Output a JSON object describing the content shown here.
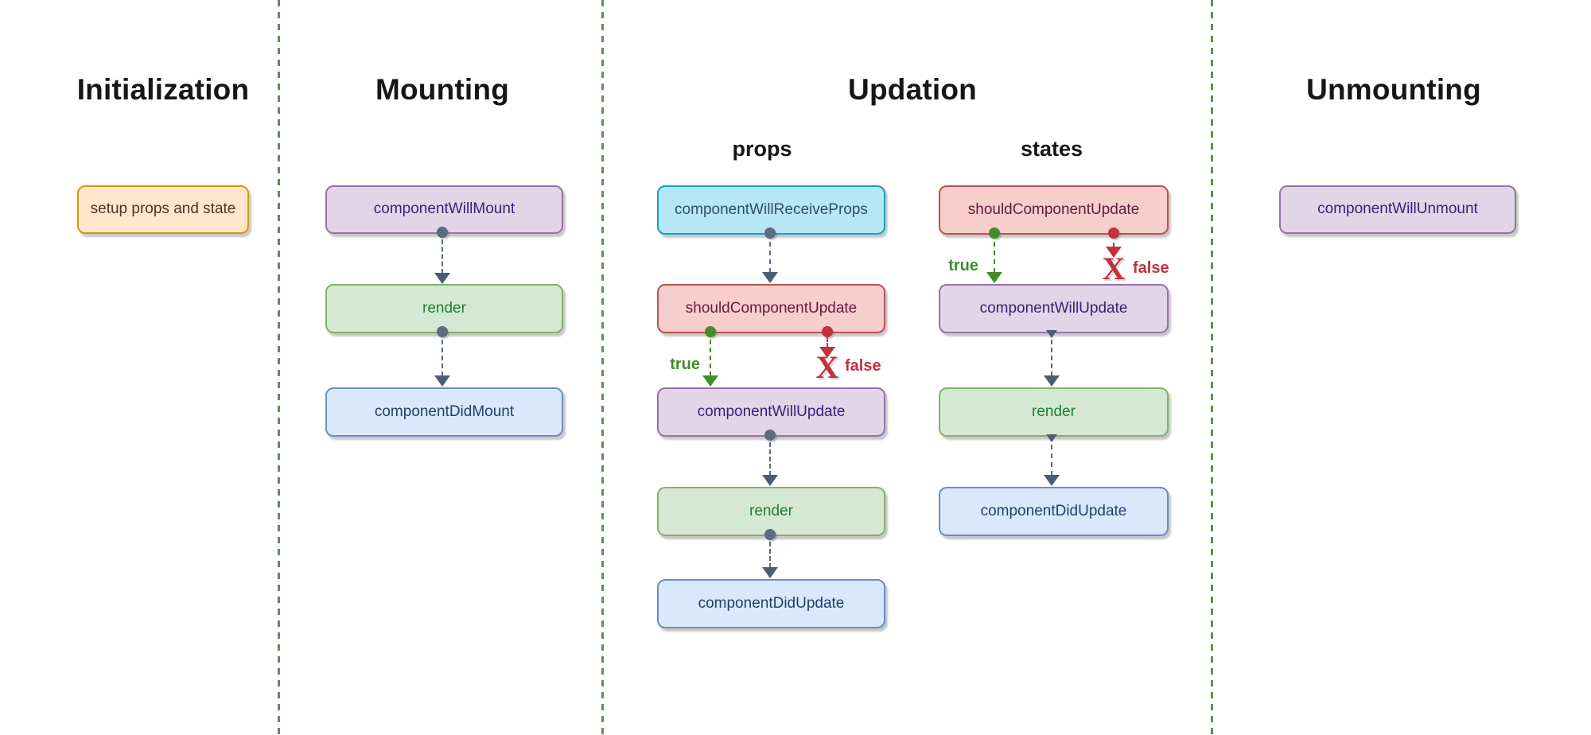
{
  "sections": {
    "initialization": {
      "title": "Initialization",
      "nodes": {
        "setup": {
          "label": "setup props and state"
        }
      }
    },
    "mounting": {
      "title": "Mounting",
      "nodes": {
        "will_mount": {
          "label": "componentWillMount"
        },
        "render": {
          "label": "render"
        },
        "did_mount": {
          "label": "componentDidMount"
        }
      }
    },
    "updation": {
      "title": "Updation",
      "branch": {
        "true_label": "true",
        "false_label": "false"
      },
      "props_column": {
        "title": "props",
        "nodes": {
          "will_receive_props": {
            "label": "componentWillReceiveProps"
          },
          "should_update": {
            "label": "shouldComponentUpdate"
          },
          "will_update": {
            "label": "componentWillUpdate"
          },
          "render": {
            "label": "render"
          },
          "did_update": {
            "label": "componentDidUpdate"
          }
        }
      },
      "states_column": {
        "title": "states",
        "nodes": {
          "should_update": {
            "label": "shouldComponentUpdate"
          },
          "will_update": {
            "label": "componentWillUpdate"
          },
          "render": {
            "label": "render"
          },
          "did_update": {
            "label": "componentDidUpdate"
          }
        }
      }
    },
    "unmounting": {
      "title": "Unmounting",
      "nodes": {
        "will_unmount": {
          "label": "componentWillUnmount"
        }
      }
    }
  },
  "palette": {
    "background": "#ffffff",
    "divider_green": "#5f9150",
    "heading_text": "#161616",
    "connector_slate": "#5a6b82",
    "arrowhead_slate": "#4c5d73",
    "branch_true_green": "#3e8e29",
    "branch_false_red": "#c5303d",
    "orange_fill": "#ffe6cc",
    "orange_stroke": "#d79b00",
    "orange_text": "#4b3526",
    "purple_fill": "#e1d5e7",
    "purple_stroke": "#9673a6",
    "purple_text": "#3b1e78",
    "green_fill": "#d5e8d4",
    "green_stroke": "#82b366",
    "green_text": "#1d7d33",
    "blue_fill": "#dae8fc",
    "blue_stroke": "#6c8ebf",
    "blue_text": "#1f406e",
    "cyan_fill": "#b5e7f6",
    "cyan_stroke": "#1e9fba",
    "cyan_text": "#2f4e6e",
    "red_fill": "#f8cecc",
    "red_stroke": "#b85450",
    "red_text": "#65193e"
  }
}
